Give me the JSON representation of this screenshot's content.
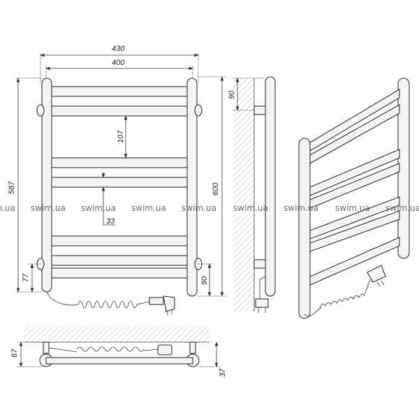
{
  "dimensions": {
    "overall_width": "430",
    "inner_width": "400",
    "height_left": "587",
    "height_right": "600",
    "rail_spacing": "107",
    "rail_width": "33",
    "bottom_offset_left": "77",
    "bottom_offset_right": "90",
    "side_top_offset": "90",
    "top_view_depth": "67",
    "top_view_offset": "37"
  },
  "watermark": {
    "text": "swim.ua",
    "count": 9
  },
  "colors": {
    "line": "#333333",
    "tube_fill": "#f4f4f4",
    "watermark": "#6d6d6d",
    "background": "#ffffff"
  }
}
